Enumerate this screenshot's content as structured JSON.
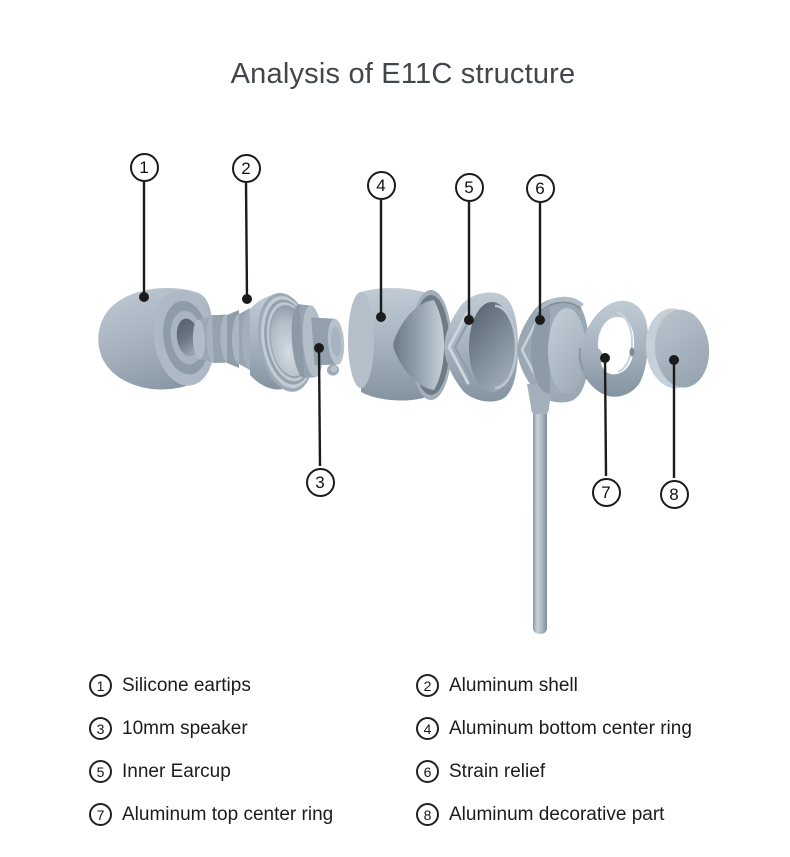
{
  "title": "Analysis of E11C structure",
  "callouts": {
    "c1": "1",
    "c2": "2",
    "c3": "3",
    "c4": "4",
    "c5": "5",
    "c6": "6",
    "c7": "7",
    "c8": "8"
  },
  "legend": {
    "items": [
      {
        "num": "1",
        "label": "Silicone eartips"
      },
      {
        "num": "2",
        "label": "Aluminum shell"
      },
      {
        "num": "3",
        "label": "10mm speaker"
      },
      {
        "num": "4",
        "label": "Aluminum bottom center ring"
      },
      {
        "num": "5",
        "label": "Inner Earcup"
      },
      {
        "num": "6",
        "label": "Strain relief"
      },
      {
        "num": "7",
        "label": "Aluminum top center ring"
      },
      {
        "num": "8",
        "label": "Aluminum decorative part"
      }
    ]
  },
  "colors": {
    "background": "#ffffff",
    "title_text": "#40464b",
    "legend_text": "#1a1c1e",
    "callout_line": "#1b1b1b",
    "metal_base": "#a6b3bf",
    "metal_light": "#c6d0d8",
    "metal_dark": "#8493a0",
    "metal_deep": "#5a6773"
  }
}
